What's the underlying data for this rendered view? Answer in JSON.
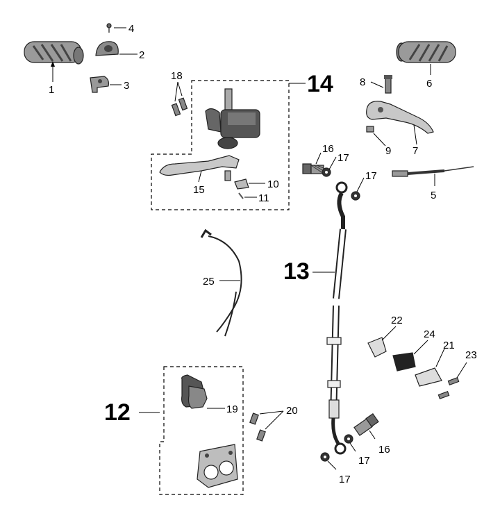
{
  "labels": {
    "p1": "1",
    "p2": "2",
    "p3": "3",
    "p4": "4",
    "p5": "5",
    "p6": "6",
    "p7": "7",
    "p8": "8",
    "p9": "9",
    "p10": "10",
    "p11": "11",
    "p12": "12",
    "p13": "13",
    "p14": "14",
    "p15": "15",
    "p16a": "16",
    "p16b": "16",
    "p17a": "17",
    "p17b": "17",
    "p17c": "17",
    "p17d": "17",
    "p18": "18",
    "p19": "19",
    "p20": "20",
    "p21": "21",
    "p22": "22",
    "p23": "23",
    "p24": "24",
    "p25": "25"
  }
}
